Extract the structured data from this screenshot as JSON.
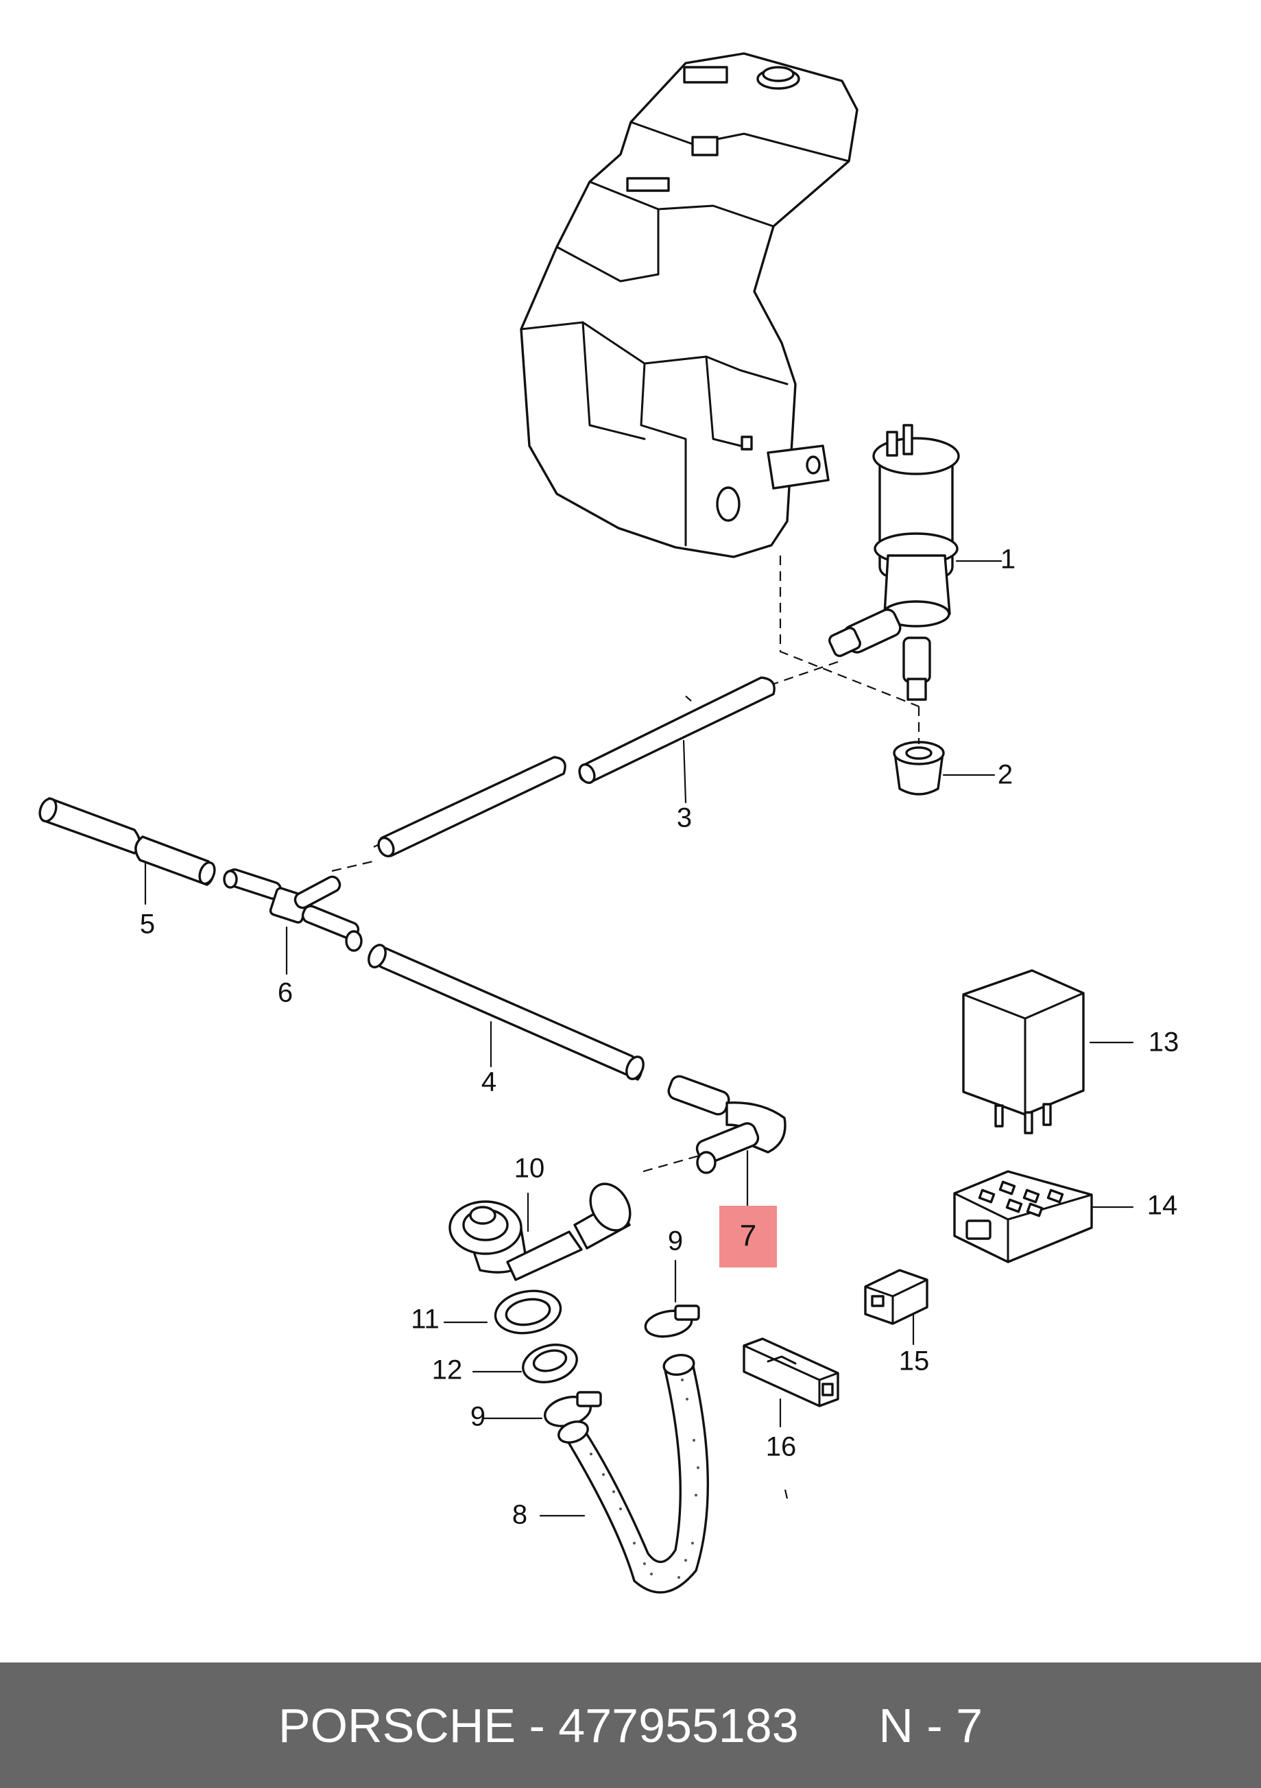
{
  "diagram": {
    "callouts": {
      "p1": "1",
      "p2": "2",
      "p3": "3",
      "p4": "4",
      "p5": "5",
      "p6": "6",
      "p7": "7",
      "p8": "8",
      "p9a": "9",
      "p9b": "9",
      "p10": "10",
      "p11": "11",
      "p12": "12",
      "p13": "13",
      "p14": "14",
      "p15": "15",
      "p16": "16"
    },
    "highlighted_part": "7",
    "highlight_color": "#f28b8b"
  },
  "footer": {
    "brand": "PORSCHE",
    "separator": " - ",
    "part_number": "477955183",
    "gap": "      ",
    "position": "N - 7"
  }
}
